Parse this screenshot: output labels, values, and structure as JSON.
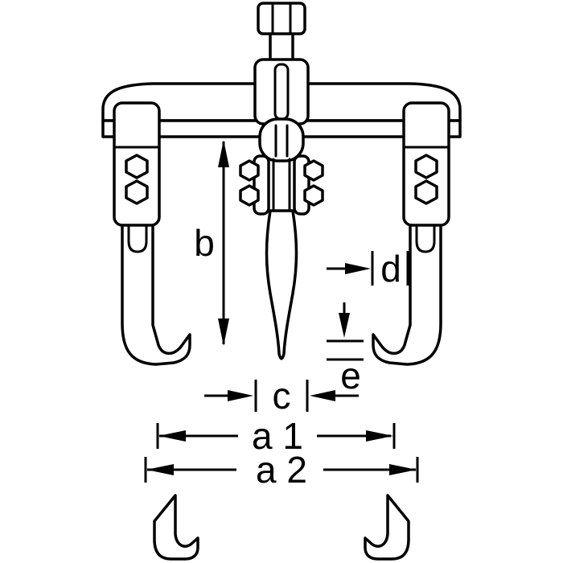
{
  "diagram": {
    "labels": {
      "b": "b",
      "d": "d",
      "e": "e",
      "c": "c",
      "a1": "a 1",
      "a2": "a 2"
    },
    "colors": {
      "line": "#000000",
      "background": "#ffffff"
    }
  }
}
